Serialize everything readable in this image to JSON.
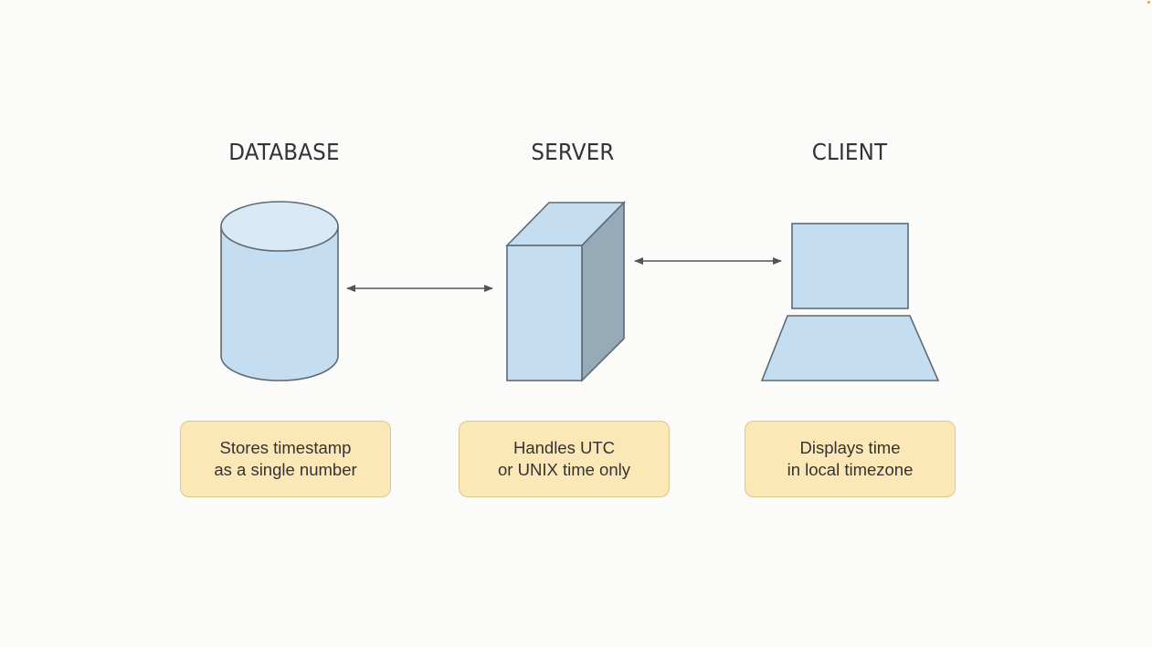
{
  "diagram": {
    "columns": [
      {
        "id": "database",
        "heading": "DATABASE",
        "icon": "database-cylinder-icon",
        "note": [
          "Stores timestamp",
          "as a single number"
        ]
      },
      {
        "id": "server",
        "heading": "SERVER",
        "icon": "server-box-icon",
        "note": [
          "Handles UTC",
          "or UNIX time only"
        ]
      },
      {
        "id": "client",
        "heading": "CLIENT",
        "icon": "laptop-icon",
        "note": [
          "Displays time",
          "in local timezone"
        ]
      }
    ],
    "connections": [
      {
        "from": "database",
        "to": "server",
        "direction": "bidirectional"
      },
      {
        "from": "server",
        "to": "client",
        "direction": "bidirectional"
      }
    ]
  },
  "colors": {
    "shape_fill": "#c5ddf1",
    "shape_fill_light": "#d9e9f6",
    "shape_side": "#96aab8",
    "shape_stroke": "#5f6a73",
    "note_fill": "#fbe8b6",
    "note_stroke": "#dcc78f",
    "arrow": "#555555",
    "background": "#fbfbfa"
  }
}
